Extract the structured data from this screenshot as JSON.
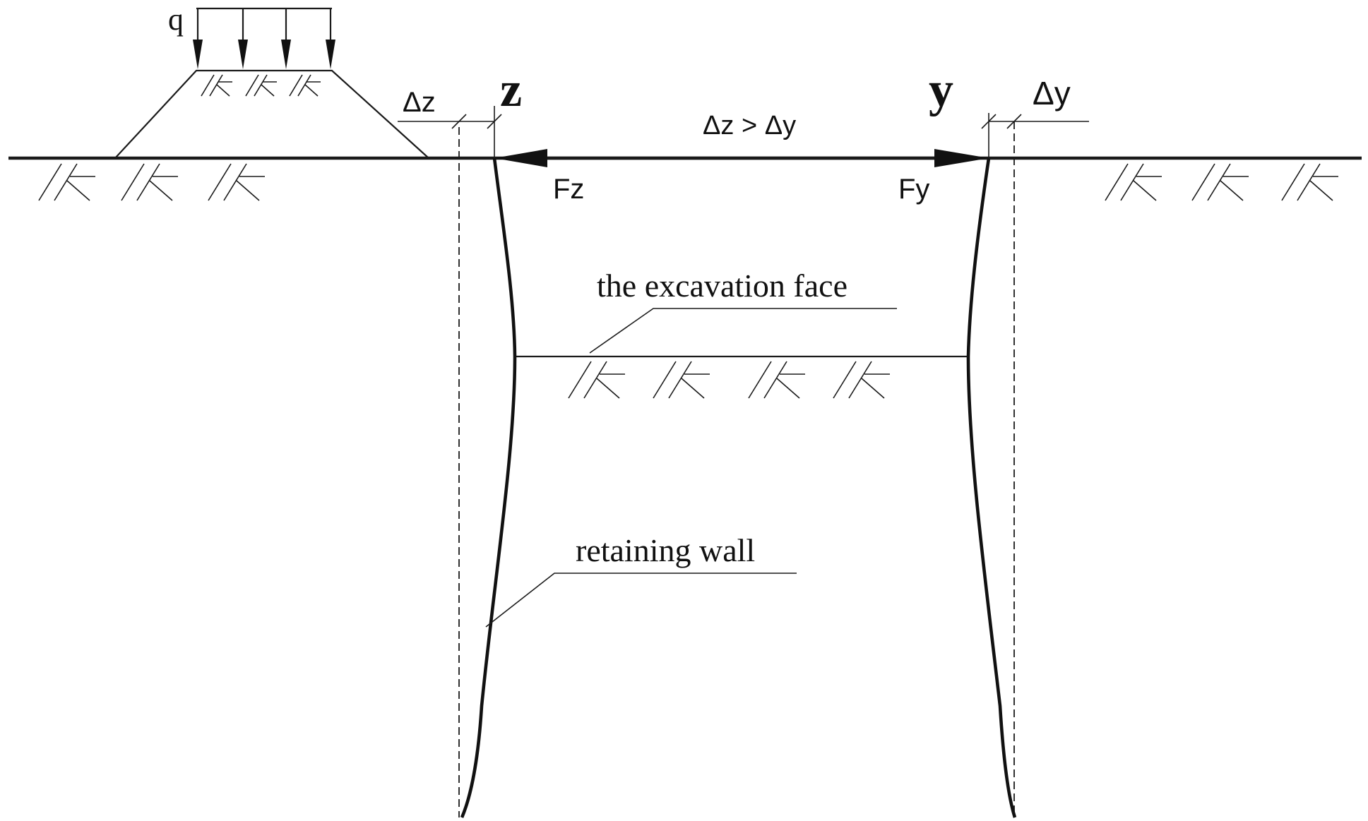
{
  "labels": {
    "load": "q",
    "point_z": "z",
    "point_y": "y",
    "delta_z": "Δz",
    "delta_y": "Δy",
    "comparison": "Δz > Δy",
    "force_z": "Fz",
    "force_y": "Fy",
    "excavation_face": "the excavation face",
    "retaining_wall": "retaining wall"
  }
}
